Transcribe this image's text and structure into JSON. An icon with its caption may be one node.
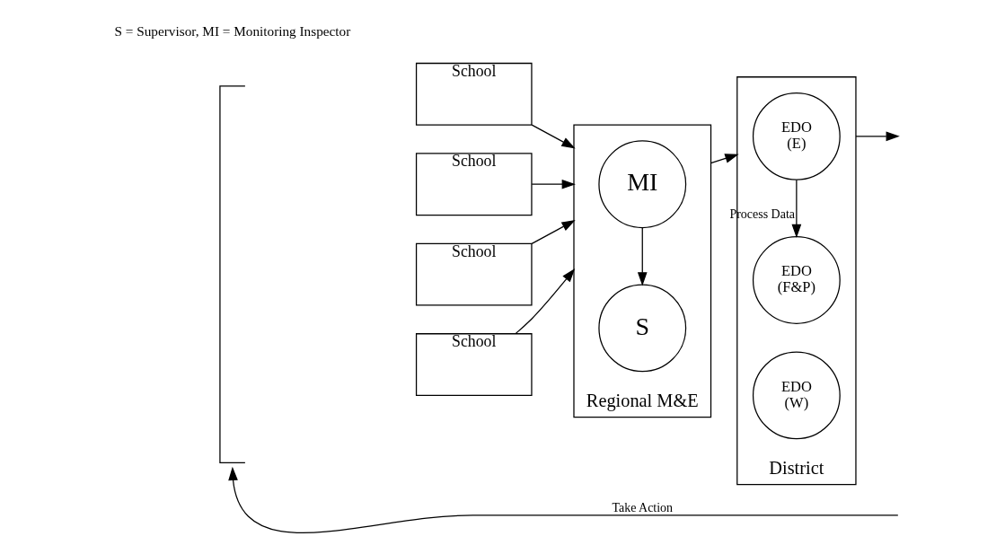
{
  "diagram": {
    "nodes": [
      {
        "text": [
          "Regional M&E"
        ]
      },
      {
        "text": [
          "MI"
        ],
        "in": 0
      },
      {
        "text": [
          "S"
        ],
        "in": 0
      },
      {
        "text": [
          "School"
        ]
      },
      {
        "text": [
          "School"
        ]
      },
      {
        "text": [
          "School"
        ]
      },
      {
        "text": [
          "School"
        ]
      },
      {
        "text": [
          "District"
        ]
      },
      {
        "text": [
          "EDO (E)"
        ],
        "in": 7
      },
      {
        "text": [
          "EDO (F&P)"
        ],
        "in": 7
      },
      {
        "text": [
          "EDO (W)"
        ],
        "in": 7
      },
      {
        "text": [],
        "shape": "bracket"
      }
    ],
    "edges": [
      {
        "from": 3,
        "to": 0,
        "arrow": "to"
      },
      {
        "from": 4,
        "to": 0,
        "arrow": "to"
      },
      {
        "from": 5,
        "to": 0,
        "arrow": "to"
      },
      {
        "from": 6,
        "to": 0,
        "arrow": "to"
      },
      {
        "from": 1,
        "to": 2,
        "arrow": "to"
      },
      {
        "from": 0,
        "to": 7,
        "arrow": "to"
      },
      {
        "from": 8,
        "to": 9,
        "arrow": "to",
        "label": "Process Data"
      },
      {
        "from": 7,
        "to": null,
        "arrow": "to"
      },
      {
        "from": null,
        "to": 11,
        "arrow": "to",
        "label": "Take Action"
      }
    ],
    "labels": [
      "S = Supervisor, MI = Monitoring Inspector"
    ]
  }
}
